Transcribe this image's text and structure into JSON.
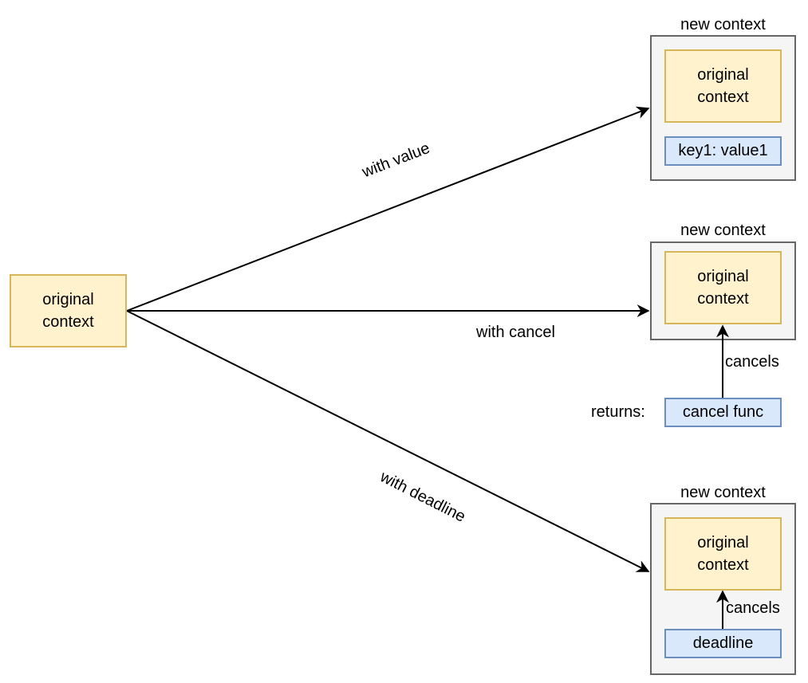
{
  "source_node": {
    "label": "original\ncontext"
  },
  "edges": {
    "value_edge_label": "with value",
    "cancel_edge_label": "with cancel",
    "deadline_edge_label": "with deadline"
  },
  "value_context": {
    "title": "new context",
    "inner_label": "original\ncontext",
    "value_label": "key1: value1"
  },
  "cancel_context": {
    "title": "new context",
    "inner_label": "original\ncontext",
    "cancels_label": "cancels",
    "returns_label": "returns:",
    "func_label": "cancel func"
  },
  "deadline_context": {
    "title": "new context",
    "inner_label": "original\ncontext",
    "cancels_label": "cancels",
    "deadline_label": "deadline"
  },
  "colors": {
    "context_fill": "#fff2cc",
    "context_stroke": "#d6b656",
    "value_fill": "#dae8fc",
    "value_stroke": "#6c8ebf",
    "container_fill": "#f5f5f5",
    "container_stroke": "#666666",
    "edge": "#000000"
  }
}
